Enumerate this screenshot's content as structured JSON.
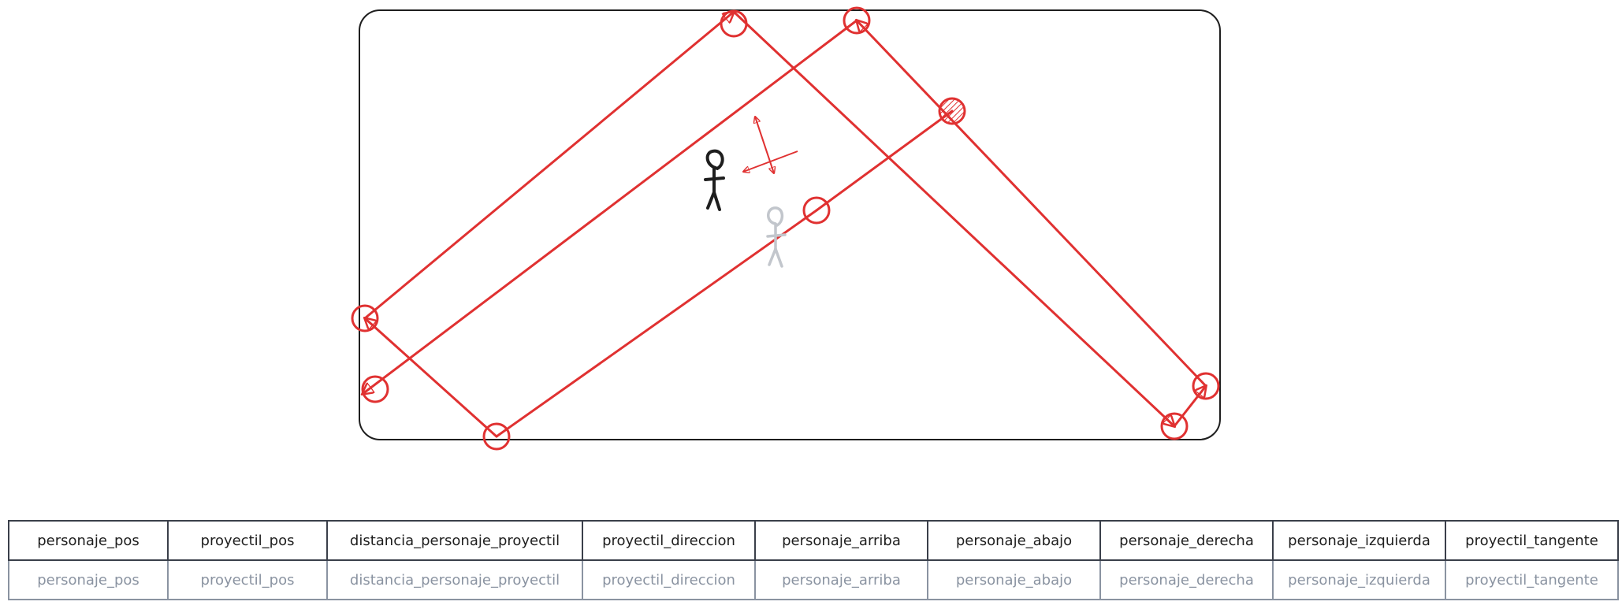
{
  "colors": {
    "frame": "#1e1e1e",
    "trajectory": "#e03131",
    "character": "#1e1e1e",
    "character_ghost": "#c2c6cc",
    "table_header_text": "#1e1e1e",
    "table_value_text": "#8a93a1"
  },
  "table": {
    "headers": [
      "personaje_pos",
      "proyectil_pos",
      "distancia_personaje_proyectil",
      "proyectil_direccion",
      "personaje_arriba",
      "personaje_abajo",
      "personaje_derecha",
      "personaje_izquierda",
      "proyectil_tangente"
    ],
    "values": [
      "personaje_pos",
      "proyectil_pos",
      "distancia_personaje_proyectil",
      "proyectil_direccion",
      "personaje_arriba",
      "personaje_abajo",
      "personaje_derecha",
      "personaje_izquierda",
      "proyectil_tangente"
    ]
  }
}
